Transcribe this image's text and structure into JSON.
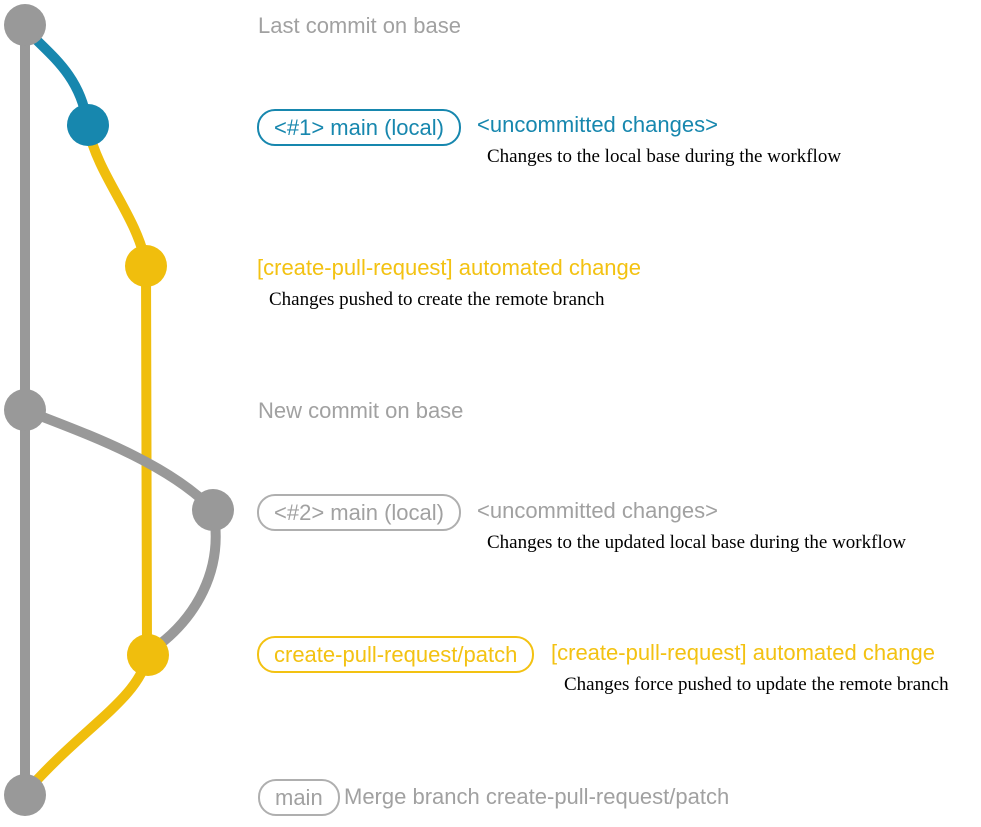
{
  "colors": {
    "background": "#FFFFFF",
    "gray": "#999999",
    "gray_text": "#A1A1A1",
    "gray_border": "#AFAFAF",
    "blue": "#1787AE",
    "yellow": "#F0BE0D",
    "yellow_text": "#F3C212",
    "desc_text": "#000000"
  },
  "annotations": {
    "last_commit_label": "Last commit on base",
    "new_commit_label": "New commit on base",
    "workflow1": {
      "branch_badge": "<#1> main (local)",
      "commit_title": "<uncommitted changes>",
      "description": "Changes to the local base during the workflow"
    },
    "push1": {
      "commit_title": "[create-pull-request] automated change",
      "description": "Changes pushed to create the remote branch"
    },
    "workflow2": {
      "branch_badge": "<#2> main (local)",
      "commit_title": "<uncommitted changes>",
      "description": "Changes to the updated local base during the workflow"
    },
    "push2": {
      "branch_badge": "create-pull-request/patch",
      "commit_title": "[create-pull-request] automated change",
      "description": "Changes force pushed to update the remote branch"
    },
    "merge": {
      "branch_badge": "main",
      "commit_title": "Merge branch create-pull-request/patch"
    }
  }
}
